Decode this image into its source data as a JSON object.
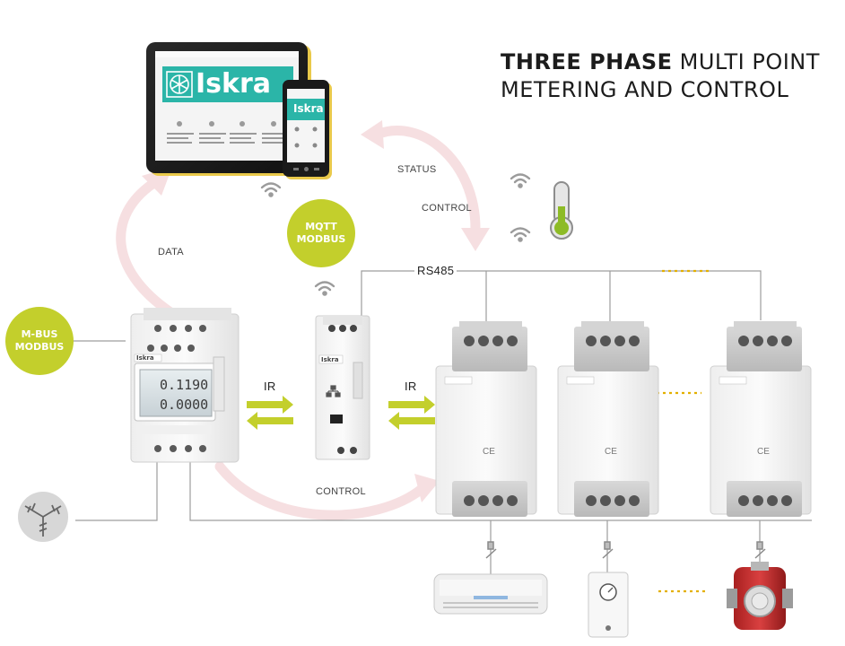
{
  "title": {
    "bold": "THREE PHASE",
    "rest_line1": "MULTI POINT",
    "line2": "METERING AND CONTROL"
  },
  "badges": {
    "mqtt": {
      "line1": "MQTT",
      "line2": "MODBUS"
    },
    "mbus": {
      "line1": "M-BUS",
      "line2": "MODBUS"
    }
  },
  "labels": {
    "status": "STATUS",
    "control_top": "CONTROL",
    "data": "DATA",
    "rs485": "RS485",
    "ir_left": "IR",
    "ir_right": "IR",
    "control_bottom": "CONTROL"
  },
  "brand": {
    "name": "Iskra",
    "color": "#2bb5a8"
  },
  "meter": {
    "reading1": "0.1190",
    "reading2": "0.0000"
  },
  "colors": {
    "accent": "#c3cf2c",
    "arrow": "#f6d9dc",
    "ir_arrow": "#c3cf2c",
    "line": "#9a9a9a"
  }
}
